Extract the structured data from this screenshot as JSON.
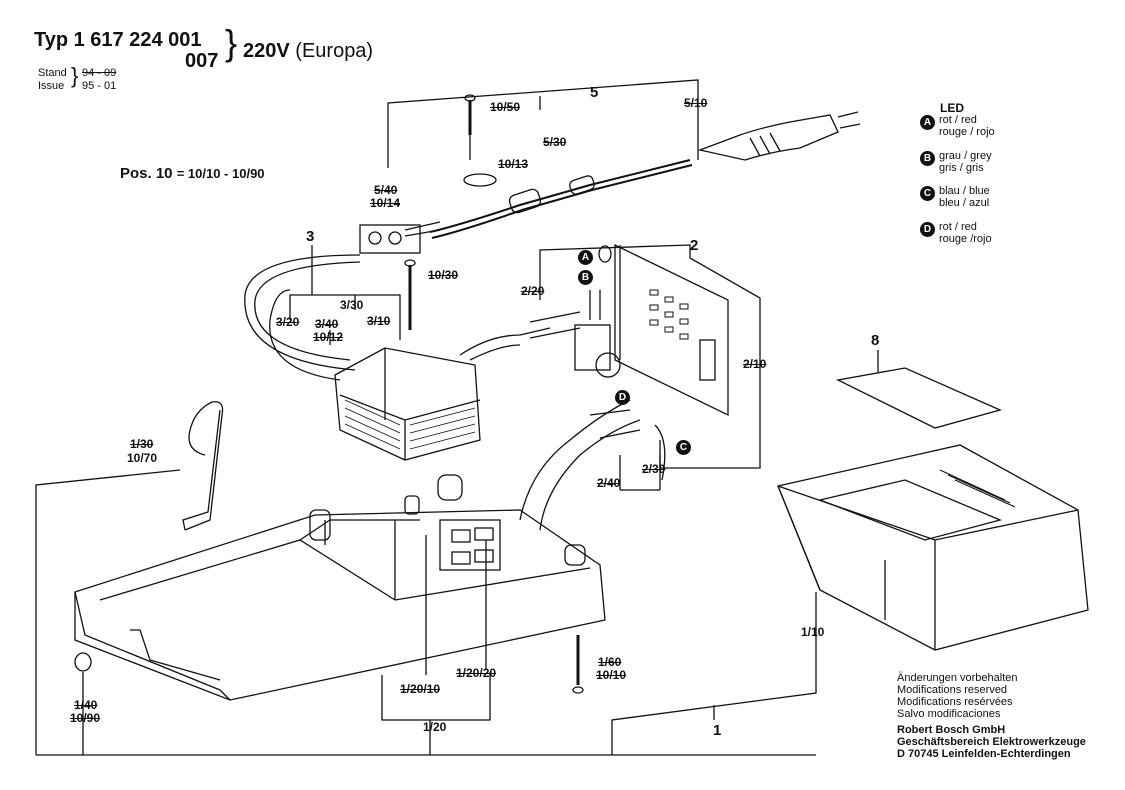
{
  "header": {
    "typ_label": "Typ 1 617 224 001",
    "variant": "007",
    "voltage": "220V",
    "region": "(Europa)",
    "stand_label": "Stand",
    "stand_value": "94 - 09",
    "issue_label": "Issue",
    "issue_value": "95 - 01"
  },
  "pos10": {
    "prefix": "Pos. 10",
    "range": "= 10/10 - 10/90"
  },
  "legend": {
    "title": "LED",
    "items": [
      {
        "letter": "A",
        "line1": "rot / red",
        "line2": "rouge / rojo"
      },
      {
        "letter": "B",
        "line1": "grau / grey",
        "line2": "gris / gris"
      },
      {
        "letter": "C",
        "line1": "blau / blue",
        "line2": "bleu / azul"
      },
      {
        "letter": "D",
        "line1": "rot / red",
        "line2": "rouge /rojo"
      }
    ]
  },
  "part_numbers": {
    "p1": "1",
    "p2": "2",
    "p3": "3",
    "p5": "5",
    "p8": "8"
  },
  "callouts": {
    "c_10_50": "10/50",
    "c_5_10": "5/10",
    "c_5_30": "5/30",
    "c_10_13": "10/13",
    "c_5_40": "5/40",
    "c_10_14": "10/14",
    "c_10_30": "10/30",
    "c_2_20": "2/20",
    "c_3_30": "3/30",
    "c_3_20": "3/20",
    "c_3_40": "3/40",
    "c_3_10": "3/10",
    "c_10_12": "10/12",
    "c_2_10": "2/10",
    "c_2_40": "2/40",
    "c_2_30": "2/30",
    "c_1_30": "1/30",
    "c_10_70": "10/70",
    "c_1_10": "1/10",
    "c_1_60": "1/60",
    "c_10_10": "10/10",
    "c_1_20_10": "1/20/10",
    "c_1_20_20": "1/20/20",
    "c_1_40": "1/40",
    "c_10_90": "10/90",
    "c_1_20": "1/20"
  },
  "led_markers": {
    "a": "A",
    "b": "B",
    "c": "C",
    "d": "D"
  },
  "notes": {
    "line1": "Änderungen vorbehalten",
    "line2": "Modifications reserved",
    "line3": "Modifications resérvées",
    "line4": "Salvo modificaciones"
  },
  "company": {
    "line1": "Robert Bosch GmbH",
    "line2": "Geschäftsbereich Elektrowerkzeuge",
    "line3": "D 70745 Leinfelden-Echterdingen"
  }
}
